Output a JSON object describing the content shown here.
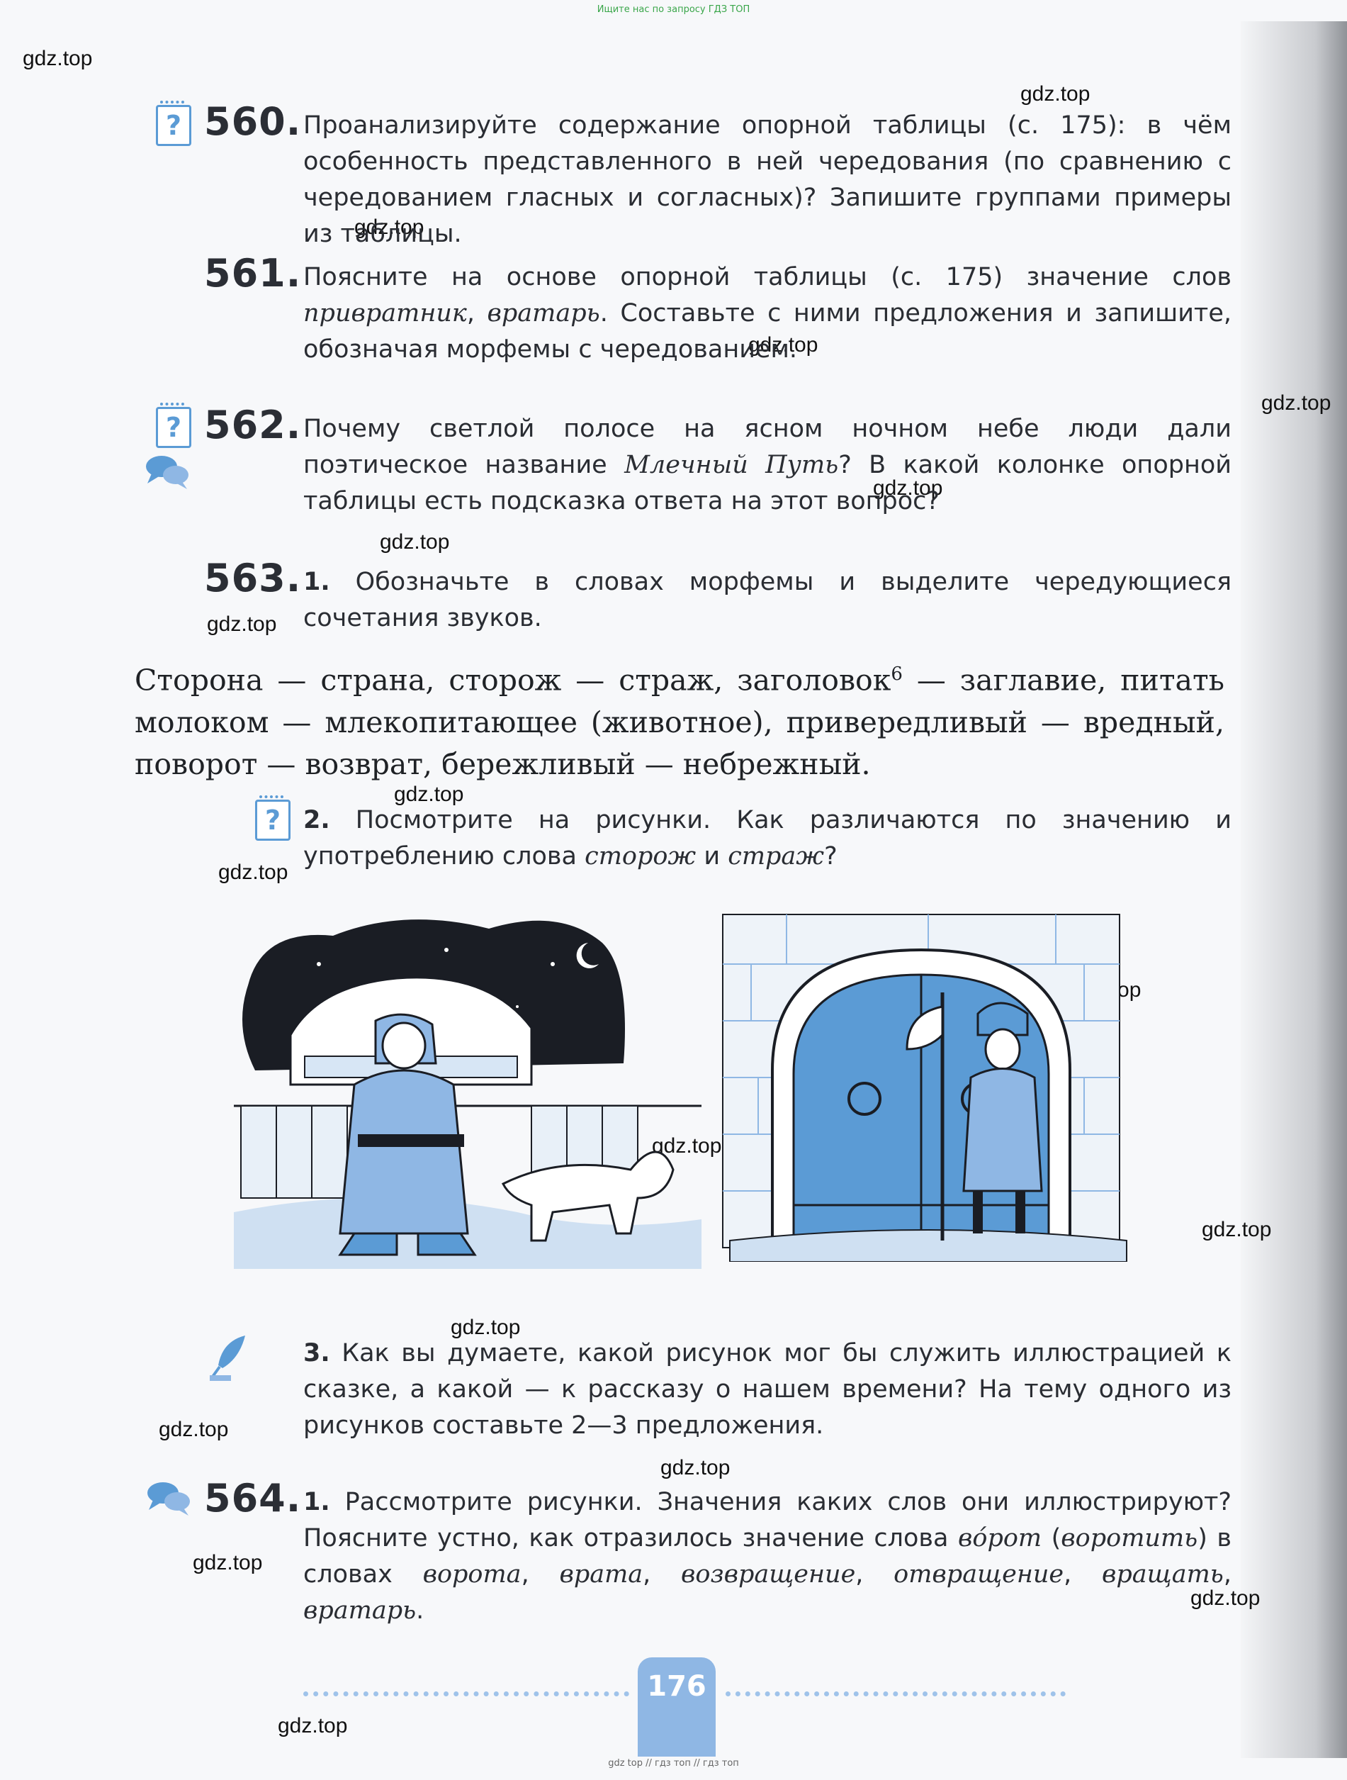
{
  "header_banner": "Ищите нас по запросу ГДЗ ТОП",
  "footer_banner": "gdz top // гдз топ // гдз топ",
  "watermark": "gdz.top",
  "page_number": "176",
  "colors": {
    "accent": "#5b9bd5",
    "page_num_bg": "#8fb7e4"
  },
  "icons": [
    "question-notebook-icon",
    "speech-bubbles-icon",
    "feather-pen-icon"
  ],
  "ex560": {
    "num": "560.",
    "text": "Проанализируйте содержание опорной таблицы (с. 175): в чём особенность представленного в ней чередования (по сравнению с чередованием гласных и согласных)? Запишите группами примеры из таблицы."
  },
  "ex561": {
    "num": "561.",
    "t1": "Поясните на основе опорной таблицы (с. 175) значение слов ",
    "w1": "привратник",
    "t2": ", ",
    "w2": "вратарь",
    "t3": ". Составьте с ними предложения и запишите, обозначая морфемы с чередованием."
  },
  "ex562": {
    "num": "562.",
    "t1": "Почему светлой полосе на ясном ночном небе люди дали поэтическое название ",
    "w1": "Млечный Путь",
    "t2": "? В какой колонке опорной таблицы есть подсказка ответа на этот вопрос?"
  },
  "ex563": {
    "num": "563.",
    "p1_num": "1.",
    "p1_text": " Обозначьте в словах морфемы и выделите чередующиеся сочетания звуков.",
    "example_a": "Сторона — страна, сторож — страж, заголовок",
    "example_sup": "6",
    "example_b": " — заглавие, питать молоком — млекопитающее (животное), привередливый — вредный, поворот — возврат, бережливый — небрежный.",
    "p2_num": "2.",
    "p2_t1": " Посмотрите на рисунки. Как различаются по значению и употреблению слова ",
    "p2_w1": "сторож",
    "p2_t2": " и ",
    "p2_w2": "страж",
    "p2_t3": "?",
    "p3_num": "3.",
    "p3_text": " Как вы думаете, какой рисунок мог бы служить иллюстрацией к сказке, а какой — к рассказу о нашем времени? На тему одного из рисунков составьте 2—3 предложения."
  },
  "ex564": {
    "num": "564.",
    "p1_num": "1.",
    "t1": " Рассмотрите рисунки. Значения каких слов они иллюстрируют? Поясните устно, как отразилось значение слова ",
    "w1": "вóрот",
    "t2": " (",
    "w2": "воротить",
    "t3": ") в словах ",
    "w3": "ворота",
    "t4": ", ",
    "w4": "врата",
    "t5": ", ",
    "w5": "возвращение",
    "t6": ", ",
    "w6": "отвращение",
    "t7": ", ",
    "w7": "вращать",
    "t8": ", ",
    "w8": "вратарь",
    "t9": "."
  }
}
